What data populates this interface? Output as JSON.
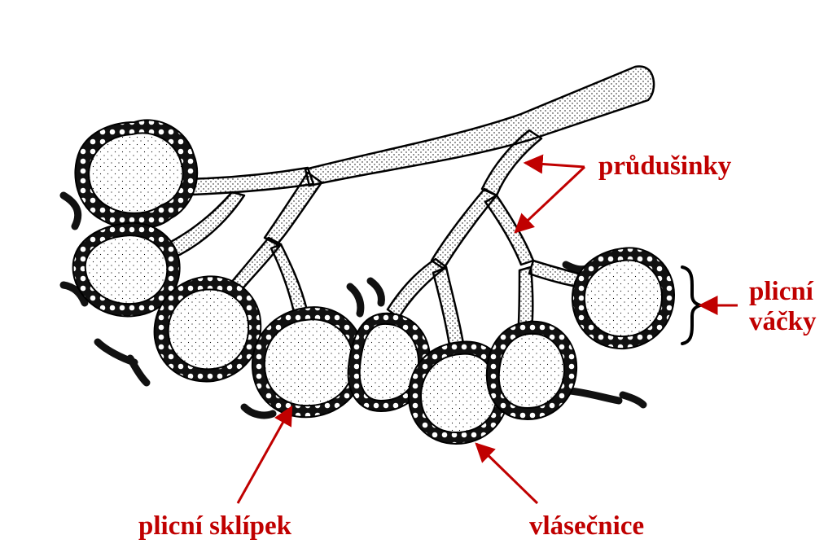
{
  "labels": {
    "bronchioles": "průdušinky",
    "alveolar_sacs_line1": "plicní",
    "alveolar_sacs_line2": "váčky",
    "alveolus": "plicní sklípek",
    "capillaries": "vlásečnice"
  },
  "colors": {
    "label_text": "#c00000",
    "arrow": "#c00000",
    "drawing_ink": "#000000",
    "background": "#ffffff"
  }
}
